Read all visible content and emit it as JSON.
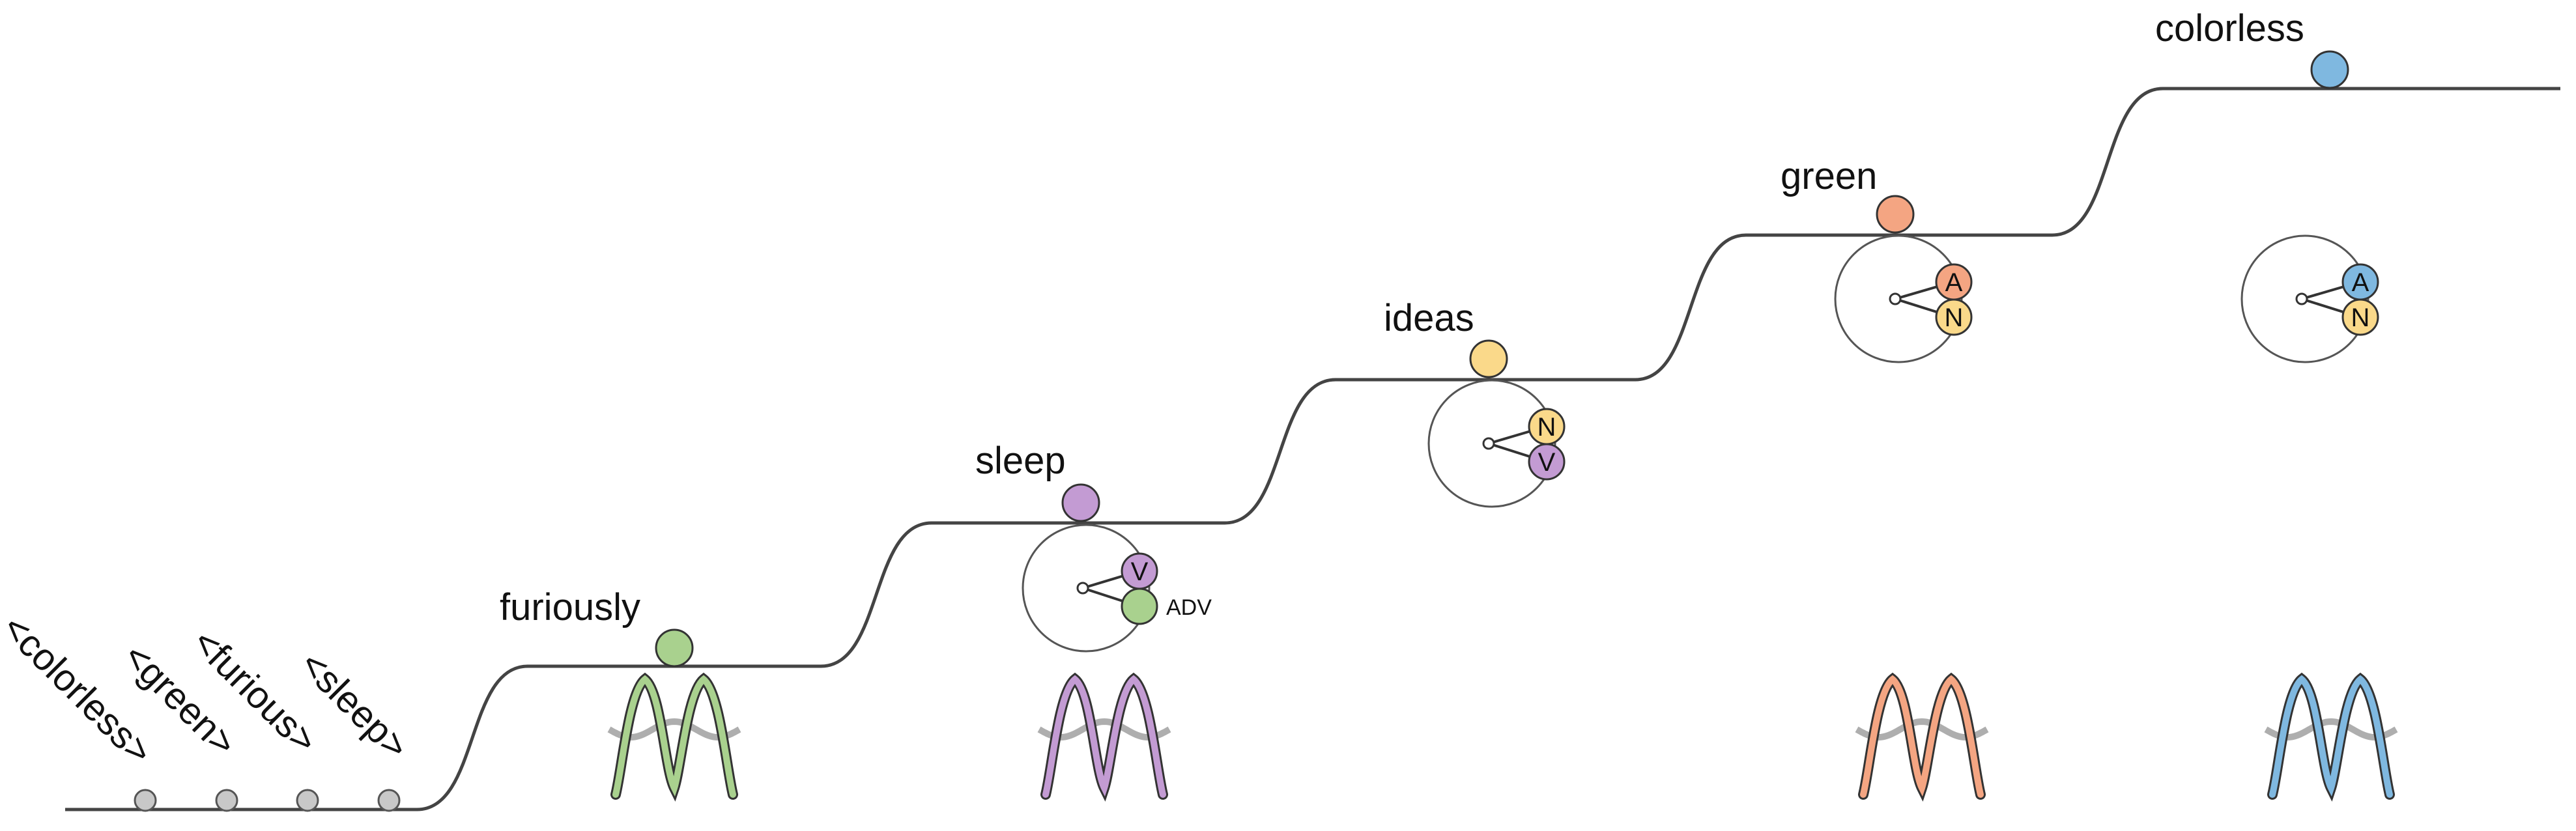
{
  "tags": [
    "<colorless>",
    "<green>",
    "<furious>",
    "<sleep>"
  ],
  "steps": [
    {
      "word": "furiously",
      "color": "#a9d18e",
      "dial": null,
      "wave": true
    },
    {
      "word": "sleep",
      "color": "#c39bd3",
      "dial": {
        "top": "V",
        "topColor": "#c39bd3",
        "bottom": "",
        "bottomColor": "#a9d18e",
        "side": "ADV"
      },
      "wave": true
    },
    {
      "word": "ideas",
      "color": "#fad98a",
      "dial": {
        "top": "N",
        "topColor": "#fad98a",
        "bottom": "V",
        "bottomColor": "#c39bd3",
        "side": ""
      },
      "wave": false
    },
    {
      "word": "green",
      "color": "#f4a582",
      "dial": {
        "top": "A",
        "topColor": "#f4a582",
        "bottom": "N",
        "bottomColor": "#fad98a",
        "side": ""
      },
      "wave": true
    },
    {
      "word": "colorless",
      "color": "#7fb8e0",
      "dial": {
        "top": "A",
        "topColor": "#7fb8e0",
        "bottom": "N",
        "bottomColor": "#fad98a",
        "side": ""
      },
      "wave": true
    }
  ],
  "colors": {
    "line": "#444444",
    "token": "#c8c8c8",
    "wave_gray": "#9a9a9a",
    "furiously": "#a9d18e",
    "sleep": "#c39bd3",
    "green": "#f4a582",
    "colorless": "#7fb8e0"
  }
}
